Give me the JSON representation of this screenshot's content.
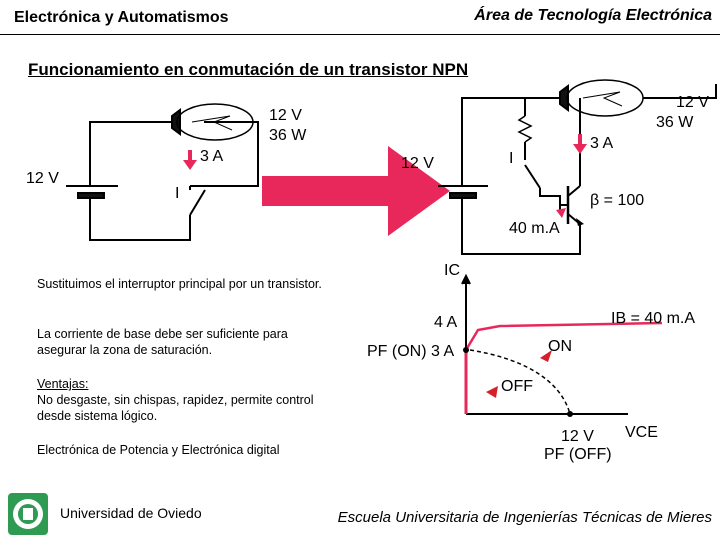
{
  "header": {
    "left_title": "Electrónica y Automatismos",
    "right_title": "Área de Tecnología Electrónica"
  },
  "slide": {
    "title": "Funcionamiento en conmutación de un transistor NPN"
  },
  "circuit_left": {
    "lamp_rating_v": "12 V",
    "lamp_rating_w": "36 W",
    "current": "3 A",
    "supply": "12 V",
    "switch_label": "I"
  },
  "circuit_right": {
    "lamp_rating_v": "12 V",
    "lamp_rating_w": "36 W",
    "current": "3 A",
    "supply": "12 V",
    "switch_label": "I",
    "beta": "β = 100",
    "base_current": "40 m.A"
  },
  "notes": {
    "p1": "Sustituimos el interruptor principal por un transistor.",
    "p2": "La corriente de base debe ser suficiente para asegurar la zona de saturación.",
    "p3_heading": "Ventajas:",
    "p3_body": "No desgaste, sin chispas, rapidez,  permite control desde sistema lógico.",
    "p4": "Electrónica de Potencia y Electrónica digital"
  },
  "graph": {
    "y_axis": "IC",
    "x_axis": "VCE",
    "ib_label": "IB = 40 m.A",
    "y_mark": "4 A",
    "pf_on": "PF (ON) 3 A",
    "on_label": "ON",
    "off_label": "OFF",
    "x_mark": "12 V",
    "pf_off": "PF (OFF)"
  },
  "footer": {
    "left": "Universidad de Oviedo",
    "right": "Escuela Universitaria de Ingenierías Técnicas de Mieres"
  },
  "colors": {
    "accent_red": "#e8285a",
    "on_red": "#d71f2a",
    "logo_green": "#2e9a52"
  }
}
